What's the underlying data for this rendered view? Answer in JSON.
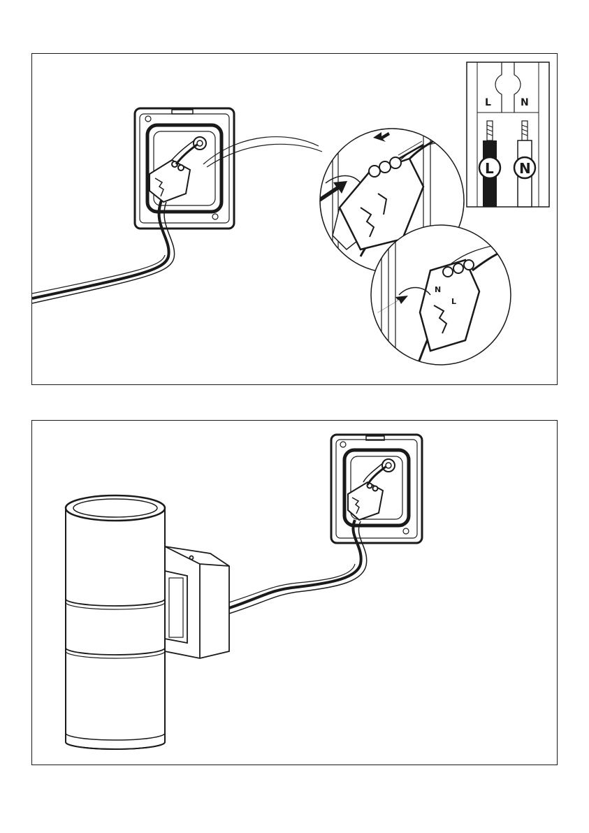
{
  "legend": {
    "terminal_l": "L",
    "terminal_n": "N",
    "wire_l": "L",
    "wire_n": "N"
  },
  "detail": {
    "terminal_n": "N",
    "terminal_l": "L"
  },
  "colors": {
    "line": "#1a1a1a",
    "background": "#ffffff"
  }
}
